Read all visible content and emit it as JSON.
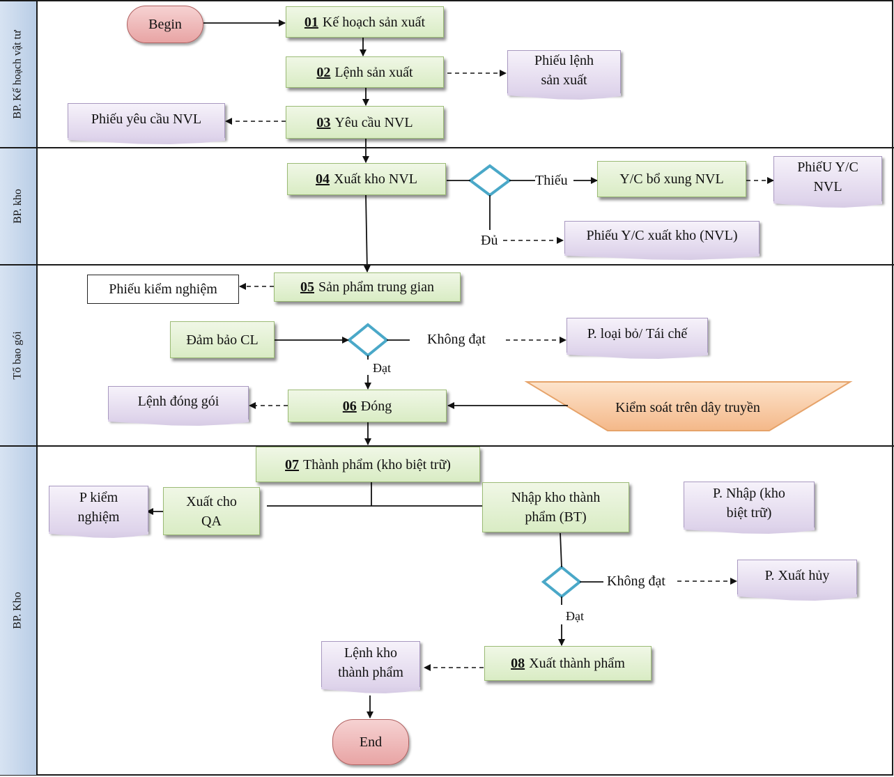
{
  "lanes": [
    {
      "label": "BP. Kế hoạch vật tư"
    },
    {
      "label": "BP. kho"
    },
    {
      "label": "Tổ bao gói"
    },
    {
      "label": "BP. Kho"
    }
  ],
  "terminals": {
    "begin": "Begin",
    "end": "End"
  },
  "steps": {
    "s01": {
      "num": "01",
      "text": "Kế hoạch sản xuất"
    },
    "s02": {
      "num": "02",
      "text": "Lệnh sản xuất"
    },
    "s03": {
      "num": "03",
      "text": "Yêu cầu NVL"
    },
    "s04": {
      "num": "04",
      "text": "Xuất kho NVL"
    },
    "s05": {
      "num": "05",
      "text": "Sản phẩm trung gian"
    },
    "s06": {
      "num": "06",
      "text": "Đóng"
    },
    "s07": {
      "num": "07",
      "text": "Thành phẩm (kho biệt trữ)"
    },
    "s08": {
      "num": "08",
      "text": "Xuất thành phẩm"
    }
  },
  "processes": {
    "yc_bo_xung": "Y/C bổ xung NVL",
    "dam_bao_cl": "Đảm bảo CL",
    "xuat_cho_qa_1": "Xuất cho",
    "xuat_cho_qa_2": "QA",
    "nhap_kho_tp_1": "Nhập kho thành",
    "nhap_kho_tp_2": "phẩm (BT)"
  },
  "documents": {
    "phieu_lenh_sx_1": "Phiếu lệnh",
    "phieu_lenh_sx_2": "sản xuất",
    "phieu_yc_nvl": "Phiếu yêu cầu NVL",
    "phieu_yc_nvl2_1": "PhiếU Y/C",
    "phieu_yc_nvl2_2": "NVL",
    "phieu_yc_xuat_kho": "Phiếu Y/C xuất kho (NVL)",
    "phieu_kiem_nghiem": "Phiếu kiểm nghiệm",
    "p_loai_bo": "P. loại bỏ/ Tái chế",
    "lenh_dong_goi": "Lệnh đóng gói",
    "p_kiem_nghiem_1": "P kiểm",
    "p_kiem_nghiem_2": "nghiệm",
    "p_nhap_1": "P. Nhập (kho",
    "p_nhap_2": "biệt trữ)",
    "p_xuat_huy": "P. Xuất hủy",
    "lenh_kho_tp_1": "Lệnh kho",
    "lenh_kho_tp_2": "thành phẩm"
  },
  "control": {
    "kiem_soat": "Kiểm soát trên dây truyền"
  },
  "labels": {
    "thieu": "Thiếu",
    "du": "Đủ",
    "khong_dat_1": "Không đạt",
    "dat_1": "Đạt",
    "khong_dat_2": "Không đạt",
    "dat_2": "Đạt"
  },
  "colors": {
    "process_fill": "#d9ecc4",
    "document_fill": "#ddd2ea",
    "terminal_fill": "#e8a4a4",
    "decision_stroke": "#4aa8c8",
    "control_fill": "#f6c8a0"
  }
}
